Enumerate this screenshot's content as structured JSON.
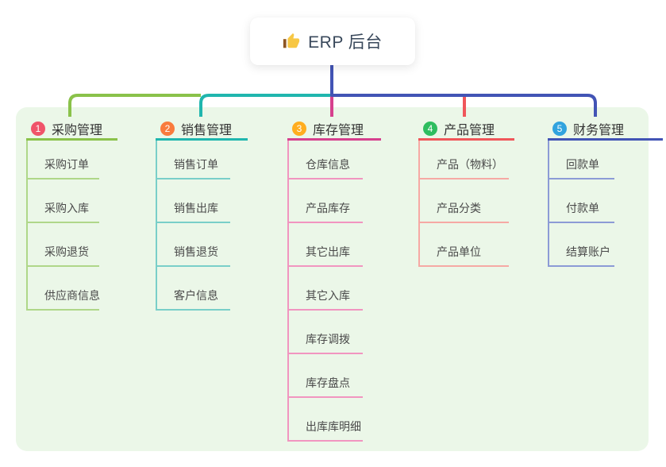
{
  "root": {
    "label": "ERP 后台",
    "icon": "thumbs-up-icon",
    "icon_color": "#F7C744",
    "text_color": "#39485B"
  },
  "canvas": {
    "background_color": "#EBF7E8"
  },
  "branches": [
    {
      "index": "1",
      "label": "采购管理",
      "badge_color": "#F0546A",
      "line_color": "#8AC24A",
      "child_line_color": "#AFD789",
      "children": [
        "采购订单",
        "采购入库",
        "采购退货",
        "供应商信息"
      ]
    },
    {
      "index": "2",
      "label": "销售管理",
      "badge_color": "#F97B3D",
      "line_color": "#20B6AE",
      "child_line_color": "#79CFC9",
      "children": [
        "销售订单",
        "销售出库",
        "销售退货",
        "客户信息"
      ]
    },
    {
      "index": "3",
      "label": "库存管理",
      "badge_color": "#FFAD1F",
      "line_color": "#D6418E",
      "child_line_color": "#F195C0",
      "children": [
        "仓库信息",
        "产品库存",
        "其它出库",
        "其它入库",
        "库存调拨",
        "库存盘点",
        "出库库明细"
      ]
    },
    {
      "index": "4",
      "label": "产品管理",
      "badge_color": "#2FBD5F",
      "line_color": "#F0565A",
      "child_line_color": "#F6A9A4",
      "children": [
        "产品（物料）",
        "产品分类",
        "产品单位"
      ]
    },
    {
      "index": "5",
      "label": "财务管理",
      "badge_color": "#31A3DE",
      "line_color": "#4254B5",
      "child_line_color": "#8C9BD6",
      "children": [
        "回款单",
        "付款单",
        "结算账户"
      ]
    }
  ]
}
